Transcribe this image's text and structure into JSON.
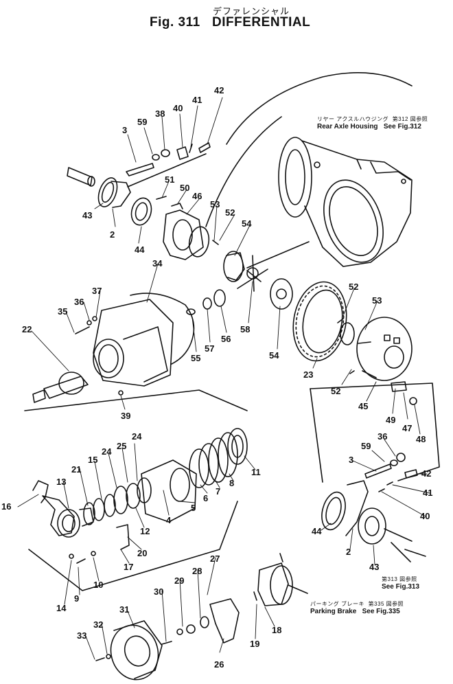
{
  "header": {
    "title_jp": "デファレンシャル",
    "fig_label": "Fig. 311",
    "title": "DIFFERENTIAL"
  },
  "references": [
    {
      "jp": "リヤー アクスルハウジング",
      "name": "Rear Axle Housing",
      "fig_jp": "第312 図参照",
      "fig": "See Fig.312"
    },
    {
      "fig_jp": "第313 図参照",
      "fig": "See Fig.313"
    },
    {
      "jp": "パーキング ブレーキ",
      "name": "Parking Brake",
      "fig_jp": "第335 図参照",
      "fig": "See Fig.335"
    }
  ],
  "callouts": [
    {
      "n": "42"
    },
    {
      "n": "41"
    },
    {
      "n": "40"
    },
    {
      "n": "38"
    },
    {
      "n": "59"
    },
    {
      "n": "3"
    },
    {
      "n": "51"
    },
    {
      "n": "50"
    },
    {
      "n": "46"
    },
    {
      "n": "53"
    },
    {
      "n": "52"
    },
    {
      "n": "54"
    },
    {
      "n": "43"
    },
    {
      "n": "2"
    },
    {
      "n": "44"
    },
    {
      "n": "34"
    },
    {
      "n": "37"
    },
    {
      "n": "36"
    },
    {
      "n": "35"
    },
    {
      "n": "22"
    },
    {
      "n": "39"
    },
    {
      "n": "55"
    },
    {
      "n": "57"
    },
    {
      "n": "56"
    },
    {
      "n": "58"
    },
    {
      "n": "54"
    },
    {
      "n": "23"
    },
    {
      "n": "52"
    },
    {
      "n": "53"
    },
    {
      "n": "52"
    },
    {
      "n": "45"
    },
    {
      "n": "49"
    },
    {
      "n": "47"
    },
    {
      "n": "48"
    },
    {
      "n": "24"
    },
    {
      "n": "25"
    },
    {
      "n": "24"
    },
    {
      "n": "15"
    },
    {
      "n": "21"
    },
    {
      "n": "13"
    },
    {
      "n": "16"
    },
    {
      "n": "4"
    },
    {
      "n": "12"
    },
    {
      "n": "20"
    },
    {
      "n": "17"
    },
    {
      "n": "5"
    },
    {
      "n": "6"
    },
    {
      "n": "7"
    },
    {
      "n": "8"
    },
    {
      "n": "11"
    },
    {
      "n": "10"
    },
    {
      "n": "9"
    },
    {
      "n": "14"
    },
    {
      "n": "36"
    },
    {
      "n": "59"
    },
    {
      "n": "3"
    },
    {
      "n": "42"
    },
    {
      "n": "41"
    },
    {
      "n": "40"
    },
    {
      "n": "44"
    },
    {
      "n": "2"
    },
    {
      "n": "43"
    },
    {
      "n": "27"
    },
    {
      "n": "28"
    },
    {
      "n": "29"
    },
    {
      "n": "30"
    },
    {
      "n": "31"
    },
    {
      "n": "32"
    },
    {
      "n": "33"
    },
    {
      "n": "26"
    },
    {
      "n": "19"
    },
    {
      "n": "18"
    }
  ]
}
